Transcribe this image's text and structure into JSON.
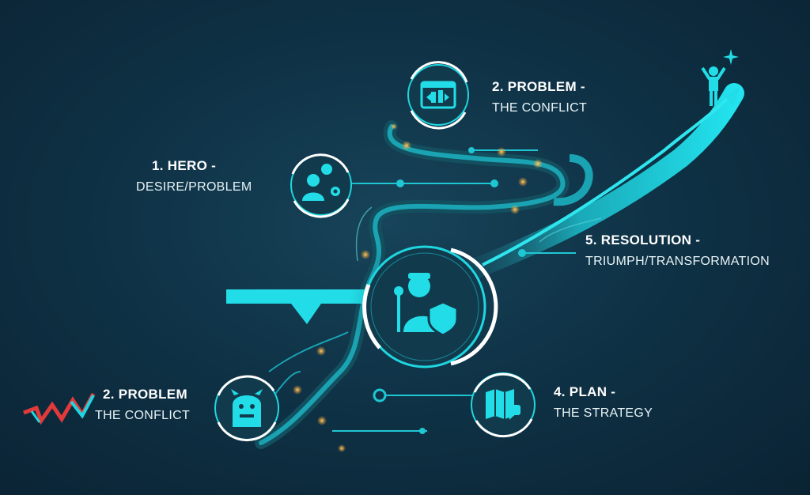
{
  "colors": {
    "background": "#0f3246",
    "accent": "#1fd6e0",
    "path_dark": "#16707e",
    "ring": "#ffffff",
    "spark": "#ffb54a",
    "zigzag_red": "#e23a3a"
  },
  "steps": {
    "problem_top": {
      "title": "2. PROBLEM -",
      "subtitle": "THE CONFLICT",
      "icon": "browser-window-icon"
    },
    "hero": {
      "title": "1. HERO -",
      "subtitle": "DESIRE/PROBLEM",
      "icon": "person-question-gear-icon"
    },
    "resolution": {
      "title": "5. RESOLUTION -",
      "subtitle": "TRIUMPH/TRANSFORMATION",
      "icon": "person-arms-raised-star-icon"
    },
    "problem_bottom": {
      "title": "2. PROBLEM",
      "subtitle": "THE CONFLICT",
      "icon": "monster-icon"
    },
    "plan": {
      "title": "4. PLAN -",
      "subtitle": "THE STRATEGY",
      "icon": "map-chat-icon"
    },
    "center": {
      "icon": "hero-shield-icon"
    }
  }
}
